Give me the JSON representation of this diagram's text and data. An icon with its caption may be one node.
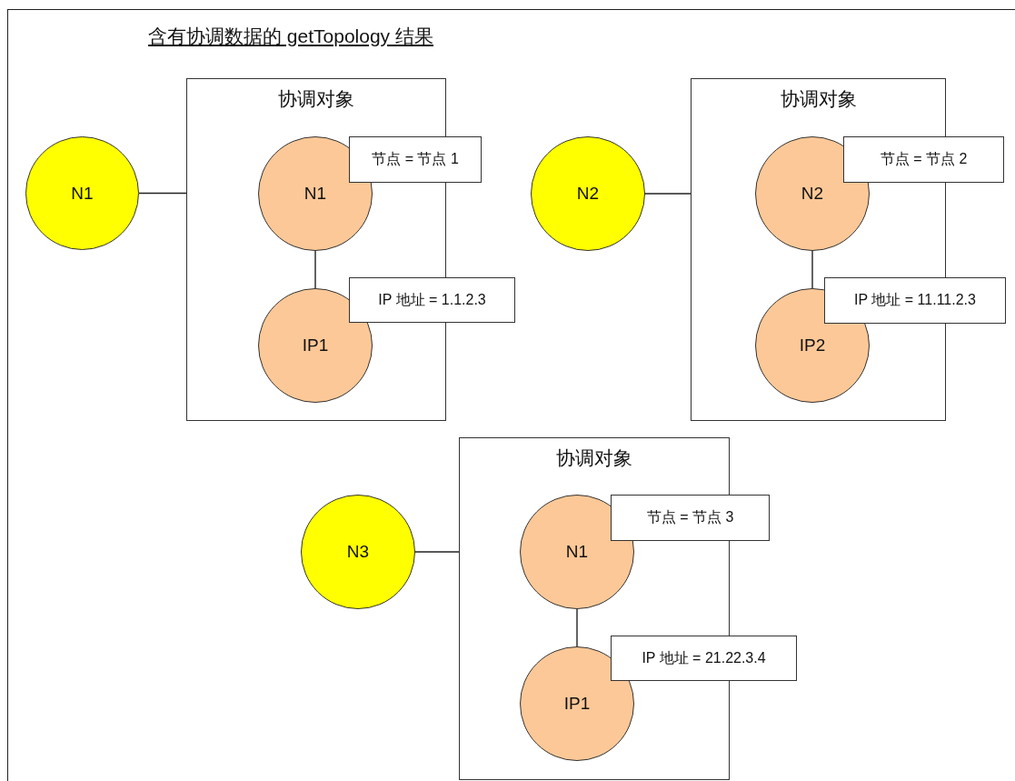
{
  "diagram": {
    "title": "含有协调数据的 getTopology 结果",
    "nodes": [
      {
        "text": [
          "N1"
        ]
      },
      {
        "text": [
          "协调对象"
        ]
      },
      {
        "text": [
          "N1"
        ],
        "in": 1
      },
      {
        "text": [
          "节点 = 节点 1"
        ]
      },
      {
        "text": [
          "IP1"
        ],
        "in": 1
      },
      {
        "text": [
          "IP 地址 = 1.1.2.3"
        ]
      },
      {
        "text": [
          "N2"
        ]
      },
      {
        "text": [
          "协调对象"
        ]
      },
      {
        "text": [
          "N2"
        ],
        "in": 7
      },
      {
        "text": [
          "节点 = 节点 2"
        ]
      },
      {
        "text": [
          "IP2"
        ],
        "in": 7
      },
      {
        "text": [
          "IP 地址 = 11.11.2.3"
        ]
      },
      {
        "text": [
          "N3"
        ]
      },
      {
        "text": [
          "协调对象"
        ]
      },
      {
        "text": [
          "N1"
        ],
        "in": 13
      },
      {
        "text": [
          "节点 = 节点 3"
        ]
      },
      {
        "text": [
          "IP1"
        ],
        "in": 13
      },
      {
        "text": [
          "IP 地址 = 21.22.3.4"
        ]
      }
    ],
    "edges": [
      {
        "from": 0,
        "to": 1,
        "arrow": "none"
      },
      {
        "from": 2,
        "to": 4,
        "arrow": "none"
      },
      {
        "from": 6,
        "to": 7,
        "arrow": "none"
      },
      {
        "from": 8,
        "to": 10,
        "arrow": "none"
      },
      {
        "from": 12,
        "to": 13,
        "arrow": "none"
      },
      {
        "from": 14,
        "to": 16,
        "arrow": "none"
      }
    ]
  }
}
